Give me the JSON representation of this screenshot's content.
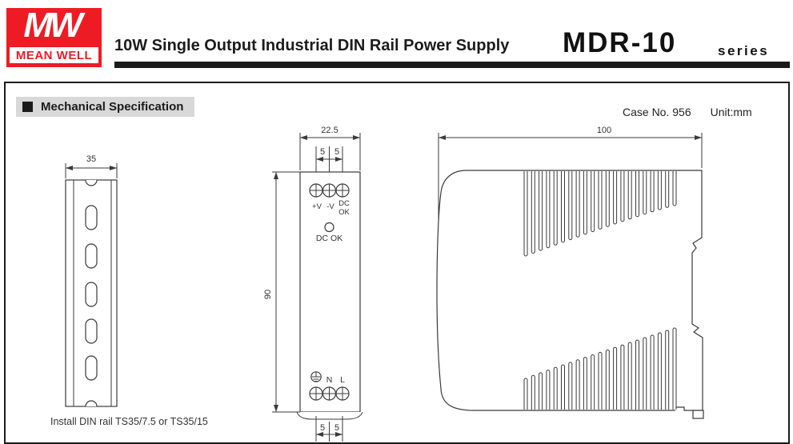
{
  "header": {
    "logo_mw": "MW",
    "logo_brand": "MEAN WELL",
    "brand_red": "#ed1c24",
    "title": "10W Single Output Industrial DIN Rail Power Supply",
    "model": "MDR-10",
    "series_label": "series"
  },
  "section": {
    "heading": "Mechanical Specification",
    "case_no": "Case No. 956",
    "unit": "Unit:mm"
  },
  "drawings": {
    "din_rail": {
      "width_dim": "35",
      "caption": "Install DIN rail TS35/7.5 or TS35/15"
    },
    "front_view": {
      "width_dim": "22.5",
      "pitch_top_left": "5",
      "pitch_top_right": "5",
      "height_dim": "90",
      "label_plus_v": "+V",
      "label_minus_v": "-V",
      "label_dc": "DC",
      "label_ok": "OK",
      "led_label": "DC OK",
      "label_n": "N",
      "label_l": "L",
      "pitch_bottom_left": "5",
      "pitch_bottom_right": "5"
    },
    "side_view": {
      "width_dim": "100"
    }
  }
}
